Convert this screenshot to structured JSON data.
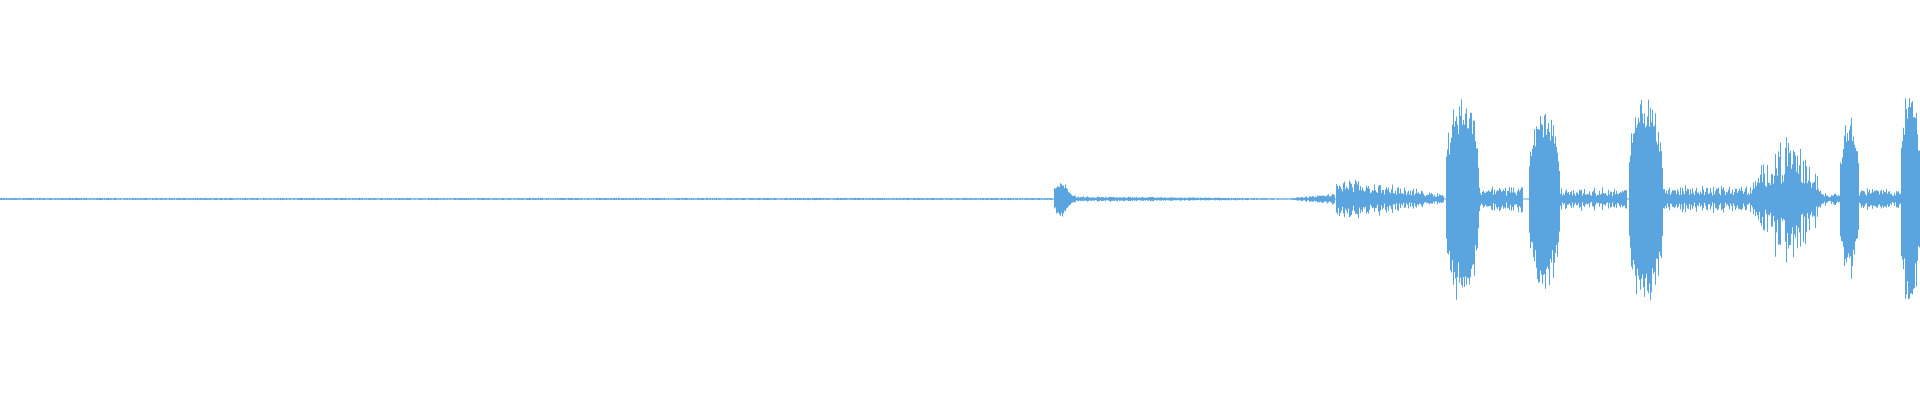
{
  "waveform": {
    "color": "#5aa5e0",
    "background": "#ffffff",
    "amplitude_max": 1.0,
    "duration_fraction": 1.0,
    "segments": [
      {
        "start": 0.0,
        "end": 0.548,
        "peak": 0.01,
        "shape": "flat"
      },
      {
        "start": 0.549,
        "end": 0.56,
        "peak": 0.22,
        "shape": "spike"
      },
      {
        "start": 0.56,
        "end": 0.672,
        "peak": 0.025,
        "shape": "decay"
      },
      {
        "start": 0.672,
        "end": 0.695,
        "peak": 0.05,
        "shape": "ramp"
      },
      {
        "start": 0.696,
        "end": 0.752,
        "peak": 0.2,
        "shape": "noisy-decay"
      },
      {
        "start": 0.753,
        "end": 0.77,
        "peak": 0.95,
        "shape": "burst"
      },
      {
        "start": 0.77,
        "end": 0.793,
        "peak": 0.12,
        "shape": "noisy"
      },
      {
        "start": 0.796,
        "end": 0.812,
        "peak": 0.82,
        "shape": "burst"
      },
      {
        "start": 0.812,
        "end": 0.847,
        "peak": 0.1,
        "shape": "noisy"
      },
      {
        "start": 0.848,
        "end": 0.866,
        "peak": 0.95,
        "shape": "burst"
      },
      {
        "start": 0.866,
        "end": 0.913,
        "peak": 0.12,
        "shape": "noisy"
      },
      {
        "start": 0.913,
        "end": 0.948,
        "peak": 0.55,
        "shape": "noisy-burst"
      },
      {
        "start": 0.948,
        "end": 0.958,
        "peak": 0.06,
        "shape": "noisy"
      },
      {
        "start": 0.958,
        "end": 0.968,
        "peak": 0.75,
        "shape": "burst"
      },
      {
        "start": 0.968,
        "end": 0.99,
        "peak": 0.1,
        "shape": "noisy"
      },
      {
        "start": 0.99,
        "end": 1.0,
        "peak": 1.0,
        "shape": "burst"
      }
    ]
  }
}
